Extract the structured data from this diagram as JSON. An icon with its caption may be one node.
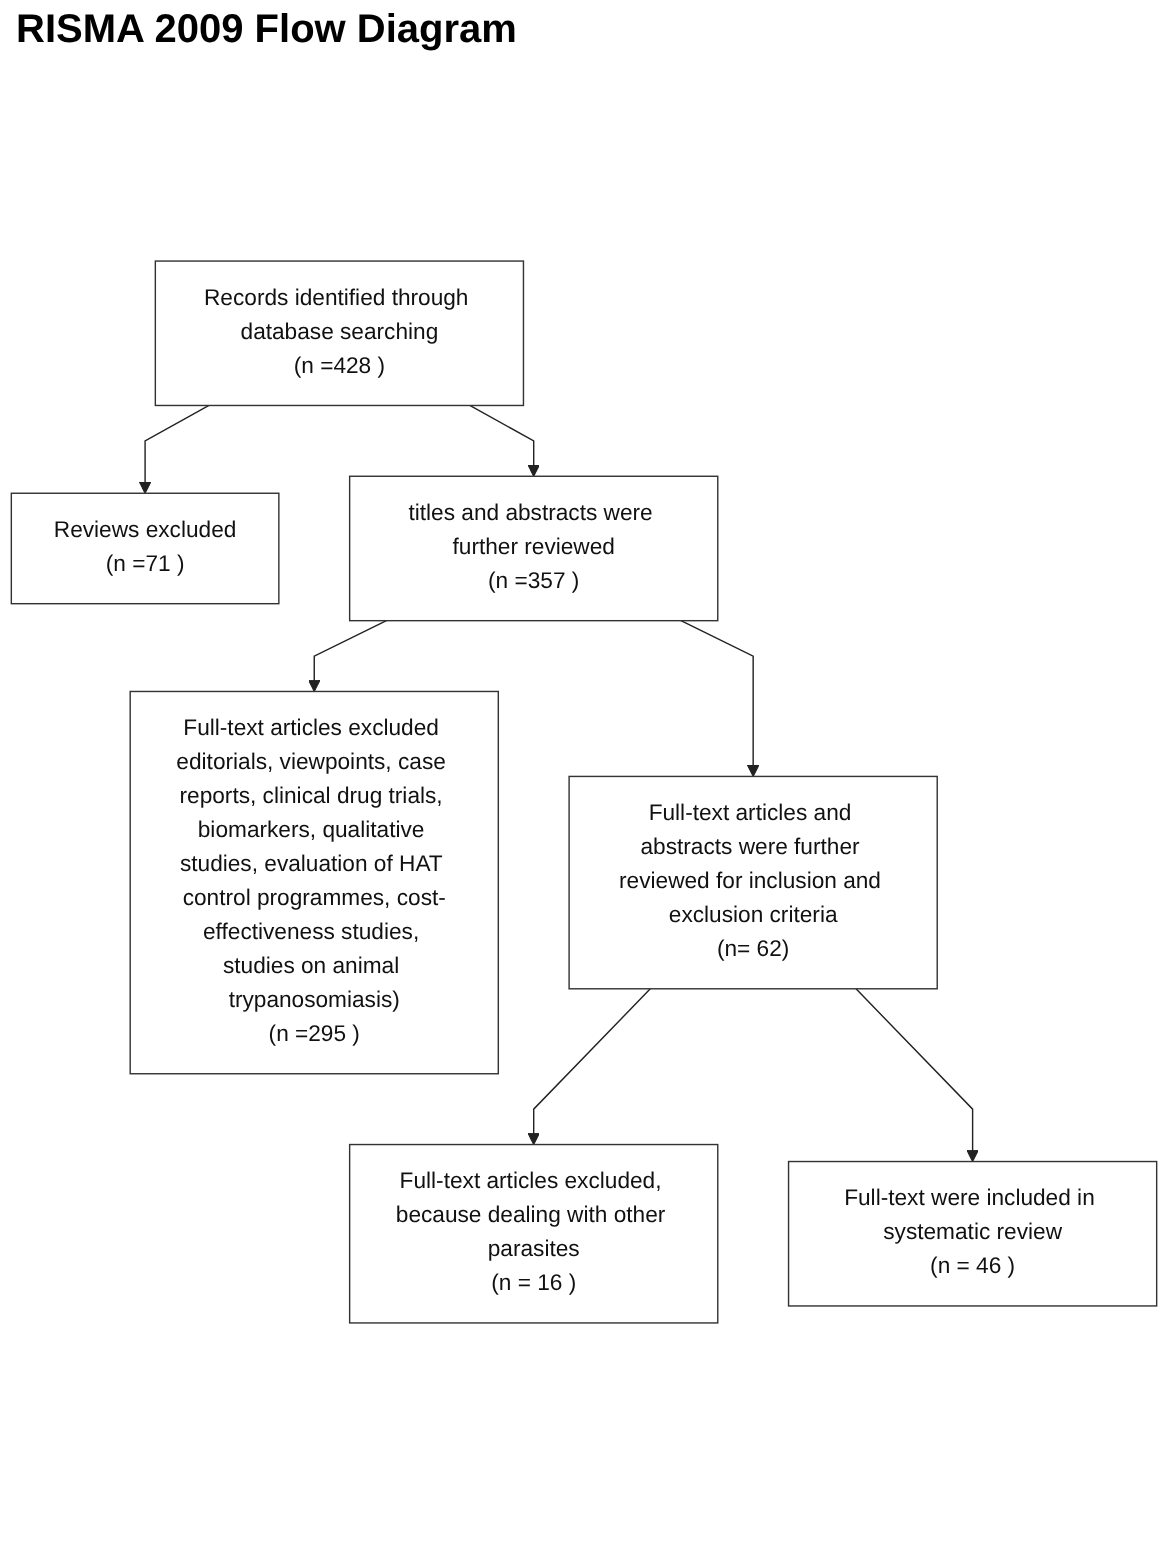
{
  "diagram": {
    "title": "RISMA 2009 Flow Diagram",
    "nodes": [
      {
        "text": [
          "Records identified through database searching",
          "(n =428 )"
        ]
      },
      {
        "text": [
          "Reviews excluded",
          "(n =71 )"
        ]
      },
      {
        "text": [
          "titles and abstracts were further reviewed",
          "(n =357 )"
        ]
      },
      {
        "text": [
          "Full-text articles excluded editorials, viewpoints, case reports, clinical drug trials, biomarkers, qualitative studies, evaluation of HAT control programmes, cost-effectiveness studies, studies on animal trypanosomiasis)",
          "(n =295 )"
        ]
      },
      {
        "text": [
          "Full-text articles and abstracts were further reviewed for inclusion and exclusion criteria",
          "(n= 62)"
        ]
      },
      {
        "text": [
          "Full-text articles excluded, because dealing with other parasites",
          "(n = 16 )"
        ]
      },
      {
        "text": [
          "Full-text were included in systematic review",
          "(n = 46 )"
        ]
      }
    ],
    "edges": [
      {
        "from": 0,
        "to": 2,
        "arrow": "to"
      },
      {
        "from": 0,
        "to": 1,
        "arrow": "to"
      },
      {
        "from": 2,
        "to": 3,
        "arrow": "to"
      },
      {
        "from": 2,
        "to": 4,
        "arrow": "to"
      },
      {
        "from": 4,
        "to": 5,
        "arrow": "to"
      },
      {
        "from": 4,
        "to": 6,
        "arrow": "to"
      }
    ]
  }
}
